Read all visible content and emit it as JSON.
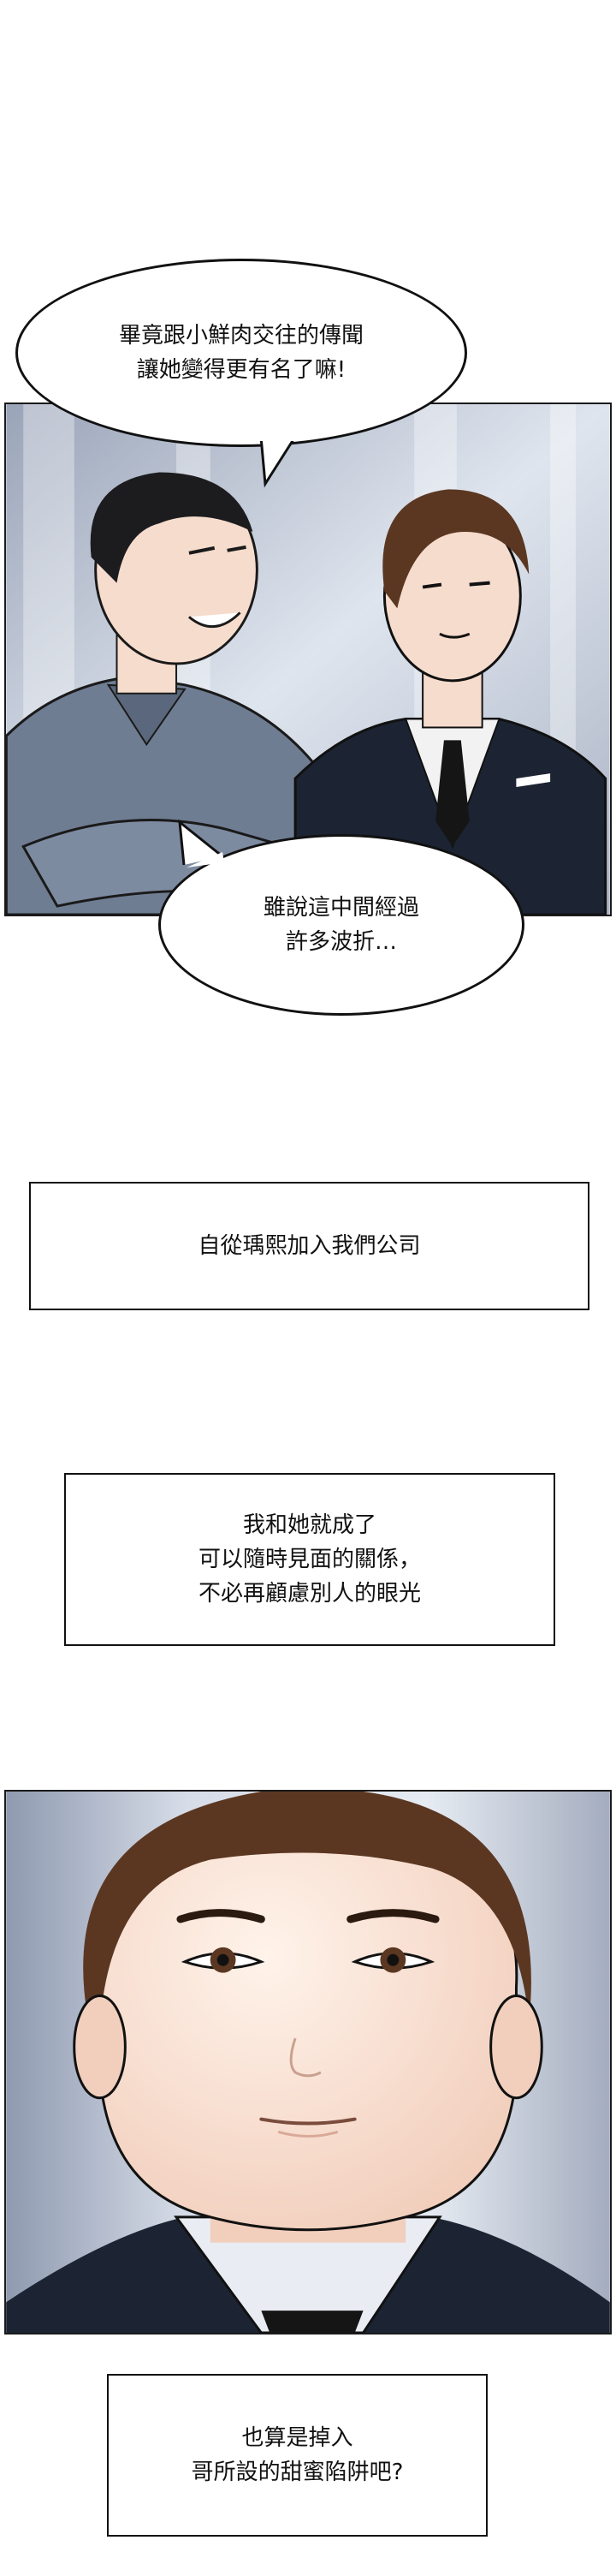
{
  "bubbles": [
    {
      "lines": [
        "畢竟跟小鮮肉交往的傳聞",
        "讓她變得更有名了嘛!"
      ]
    },
    {
      "lines": [
        "雖說這中間經過",
        "許多波折…"
      ]
    }
  ],
  "captions": [
    {
      "lines": [
        "自從瑀熙加入我們公司"
      ]
    },
    {
      "lines": [
        "我和她就成了",
        "可以隨時見面的關係，",
        "不必再顧慮別人的眼光"
      ]
    },
    {
      "lines": [
        "也算是掉入",
        "哥所設的甜蜜陷阱吧?"
      ]
    }
  ],
  "colors": {
    "office_bg": "#b9c3d3",
    "suit_navy": "#1c2433",
    "shirt_gray": "#6f7d93",
    "skin": "#f6dccd",
    "hair_dark": "#1c1c1f",
    "hair_brown": "#5b3722"
  }
}
